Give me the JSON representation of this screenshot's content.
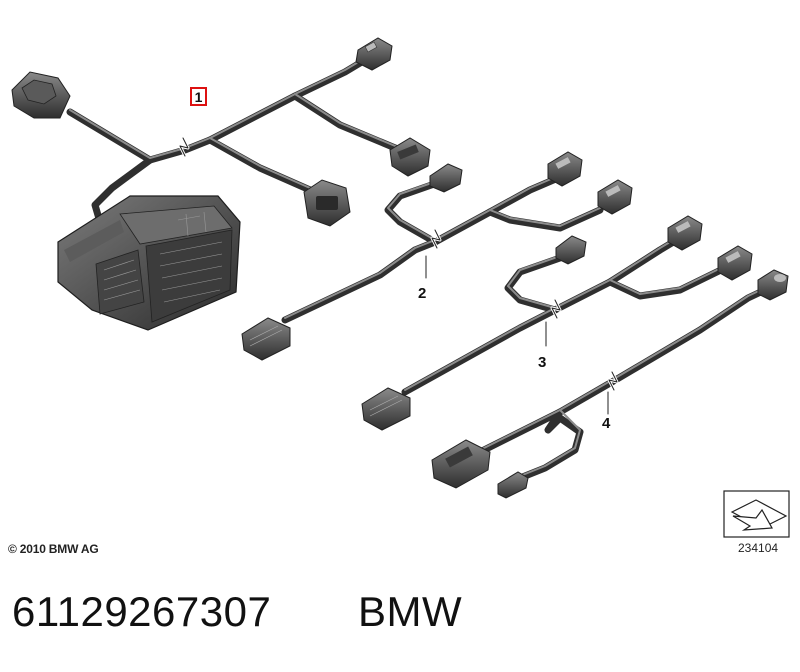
{
  "callouts": [
    {
      "id": "1",
      "label": "1"
    },
    {
      "id": "2",
      "label": "2"
    },
    {
      "id": "3",
      "label": "3"
    },
    {
      "id": "4",
      "label": "4"
    }
  ],
  "copyright": "© 2010 BMW AG",
  "diagram_number": "234104",
  "part_number": "61129267307",
  "brand": "BMW",
  "colors": {
    "cable": "#3c3c3c",
    "cable_highlight": "#7a7a7a",
    "connector": "#4a4a4a",
    "callout_box": "#dd1111"
  }
}
